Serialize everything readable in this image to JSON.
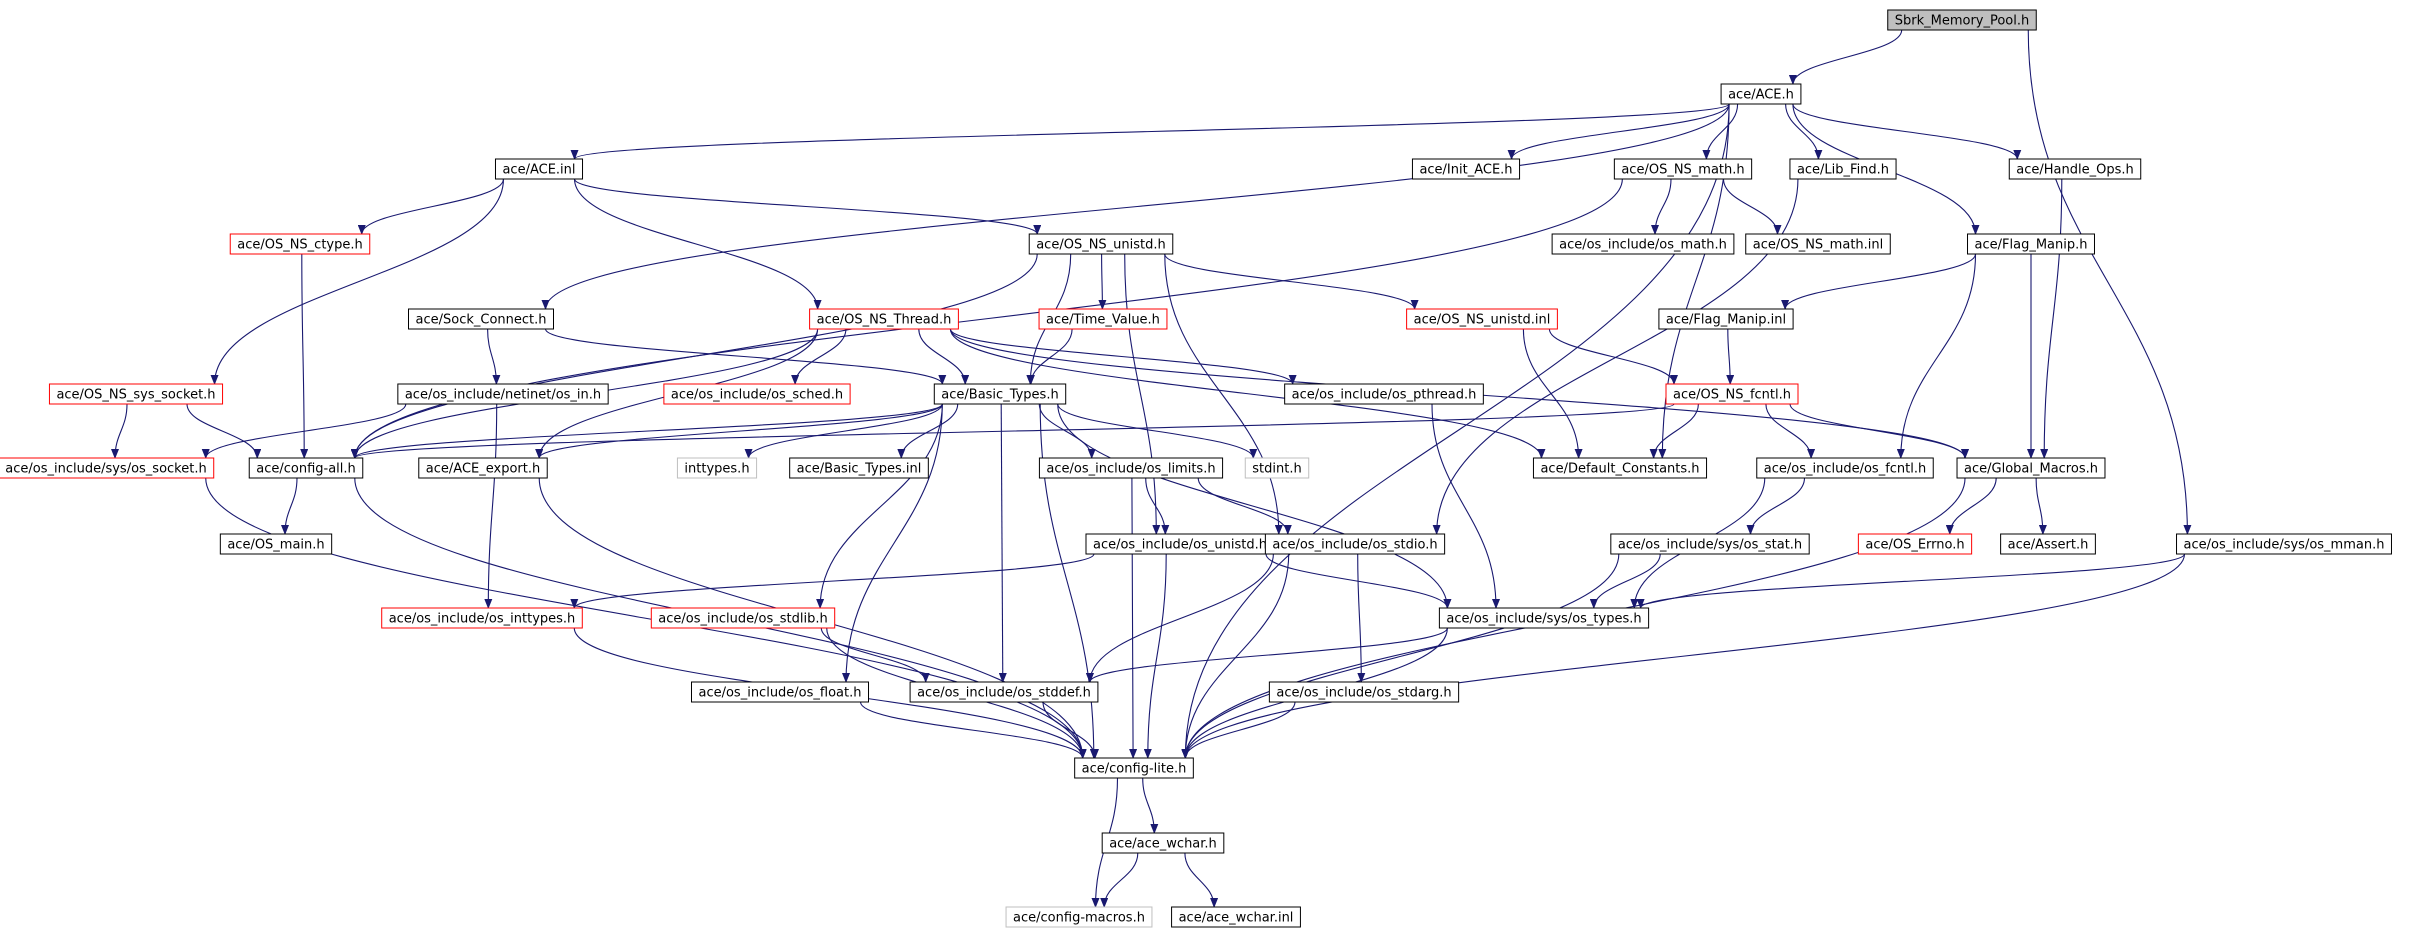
{
  "graph_title": "Sbrk_Memory_Pool.h",
  "colors": {
    "edge": "#191970",
    "normal_border": "#000000",
    "incomplete_border": "#ff0000",
    "external_border": "#bfbfbf",
    "root_fill": "#bfbfbf"
  },
  "nodes": [
    {
      "id": "sbrk",
      "label": "Sbrk_Memory_Pool.h",
      "style": "root"
    },
    {
      "id": "ace_h",
      "label": "ace/ACE.h",
      "style": "normal"
    },
    {
      "id": "ace_inl",
      "label": "ace/ACE.inl",
      "style": "normal"
    },
    {
      "id": "init_ace",
      "label": "ace/Init_ACE.h",
      "style": "normal"
    },
    {
      "id": "os_ns_math",
      "label": "ace/OS_NS_math.h",
      "style": "normal"
    },
    {
      "id": "lib_find",
      "label": "ace/Lib_Find.h",
      "style": "normal"
    },
    {
      "id": "handle_ops",
      "label": "ace/Handle_Ops.h",
      "style": "normal"
    },
    {
      "id": "os_ns_ctype",
      "label": "ace/OS_NS_ctype.h",
      "style": "incomplete"
    },
    {
      "id": "os_ns_unistd_h",
      "label": "ace/OS_NS_unistd.h",
      "style": "normal"
    },
    {
      "id": "os_math_h",
      "label": "ace/os_include/os_math.h",
      "style": "normal"
    },
    {
      "id": "os_ns_math_inl",
      "label": "ace/OS_NS_math.inl",
      "style": "normal"
    },
    {
      "id": "flag_manip_h",
      "label": "ace/Flag_Manip.h",
      "style": "normal"
    },
    {
      "id": "sock_connect",
      "label": "ace/Sock_Connect.h",
      "style": "normal"
    },
    {
      "id": "os_ns_thread",
      "label": "ace/OS_NS_Thread.h",
      "style": "incomplete"
    },
    {
      "id": "time_value",
      "label": "ace/Time_Value.h",
      "style": "incomplete"
    },
    {
      "id": "os_ns_unistd_inl",
      "label": "ace/OS_NS_unistd.inl",
      "style": "incomplete"
    },
    {
      "id": "flag_manip_inl",
      "label": "ace/Flag_Manip.inl",
      "style": "normal"
    },
    {
      "id": "os_ns_sys_socket",
      "label": "ace/OS_NS_sys_socket.h",
      "style": "incomplete"
    },
    {
      "id": "netinet_in",
      "label": "ace/os_include/netinet/os_in.h",
      "style": "normal"
    },
    {
      "id": "os_sched",
      "label": "ace/os_include/os_sched.h",
      "style": "incomplete"
    },
    {
      "id": "basic_types_h",
      "label": "ace/Basic_Types.h",
      "style": "normal"
    },
    {
      "id": "os_pthread",
      "label": "ace/os_include/os_pthread.h",
      "style": "normal"
    },
    {
      "id": "os_ns_fcntl",
      "label": "ace/OS_NS_fcntl.h",
      "style": "incomplete"
    },
    {
      "id": "sys_socket",
      "label": "ace/os_include/sys/os_socket.h",
      "style": "incomplete"
    },
    {
      "id": "config_all",
      "label": "ace/config-all.h",
      "style": "normal"
    },
    {
      "id": "ace_export",
      "label": "ace/ACE_export.h",
      "style": "normal"
    },
    {
      "id": "inttypes_h",
      "label": "inttypes.h",
      "style": "external"
    },
    {
      "id": "basic_types_inl",
      "label": "ace/Basic_Types.inl",
      "style": "normal"
    },
    {
      "id": "os_limits",
      "label": "ace/os_include/os_limits.h",
      "style": "normal"
    },
    {
      "id": "stdint_h",
      "label": "stdint.h",
      "style": "external"
    },
    {
      "id": "default_constants",
      "label": "ace/Default_Constants.h",
      "style": "normal"
    },
    {
      "id": "os_fcntl",
      "label": "ace/os_include/os_fcntl.h",
      "style": "normal"
    },
    {
      "id": "global_macros",
      "label": "ace/Global_Macros.h",
      "style": "normal"
    },
    {
      "id": "os_main",
      "label": "ace/OS_main.h",
      "style": "normal"
    },
    {
      "id": "os_unistd",
      "label": "ace/os_include/os_unistd.h",
      "style": "normal"
    },
    {
      "id": "os_stdio",
      "label": "ace/os_include/os_stdio.h",
      "style": "normal"
    },
    {
      "id": "sys_os_stat",
      "label": "ace/os_include/sys/os_stat.h",
      "style": "normal"
    },
    {
      "id": "os_errno",
      "label": "ace/OS_Errno.h",
      "style": "incomplete"
    },
    {
      "id": "assert_h",
      "label": "ace/Assert.h",
      "style": "normal"
    },
    {
      "id": "sys_os_mman",
      "label": "ace/os_include/sys/os_mman.h",
      "style": "normal"
    },
    {
      "id": "os_inttypes",
      "label": "ace/os_include/os_inttypes.h",
      "style": "incomplete"
    },
    {
      "id": "os_stdlib",
      "label": "ace/os_include/os_stdlib.h",
      "style": "incomplete"
    },
    {
      "id": "sys_os_types",
      "label": "ace/os_include/sys/os_types.h",
      "style": "normal"
    },
    {
      "id": "os_float",
      "label": "ace/os_include/os_float.h",
      "style": "normal"
    },
    {
      "id": "os_stddef",
      "label": "ace/os_include/os_stddef.h",
      "style": "normal"
    },
    {
      "id": "os_stdarg",
      "label": "ace/os_include/os_stdarg.h",
      "style": "normal"
    },
    {
      "id": "config_lite",
      "label": "ace/config-lite.h",
      "style": "normal"
    },
    {
      "id": "ace_wchar_h",
      "label": "ace/ace_wchar.h",
      "style": "normal"
    },
    {
      "id": "config_macros",
      "label": "ace/config-macros.h",
      "style": "external"
    },
    {
      "id": "ace_wchar_inl",
      "label": "ace/ace_wchar.inl",
      "style": "normal"
    }
  ]
}
